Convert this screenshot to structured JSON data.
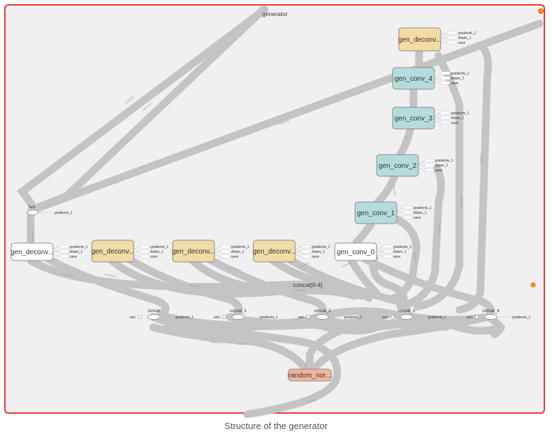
{
  "graph": {
    "group_title": "generator",
    "caption": "Structure of the generator",
    "colors": {
      "frame_border": "#e53935",
      "background": "#f0f0f0",
      "edge": "#c4c4c4",
      "deconv_fill": "#f2dba5",
      "conv_fill": "#b5dcdc",
      "plain_fill": "#ffffff",
      "random_fill": "#f5b49a",
      "collapse_icon": "#f57c00"
    },
    "nodes": {
      "gen_deconv_top": "gen_deconv...",
      "gen_conv_4": "gen_conv_4",
      "gen_conv_3": "gen_conv_3",
      "gen_conv_2": "gen_conv_2",
      "gen_conv_1": "gen_conv_1",
      "gen_conv_0": "gen_conv_0",
      "gen_deconv_row_1": "gen_deconv...",
      "gen_deconv_row_2": "gen_deconv...",
      "gen_deconv_row_3": "gen_deconv...",
      "gen_deconv_row_4": "gen_deconv...",
      "tanh": "Tanh",
      "concat_group": "concat[0-4]",
      "concat_0": "concat",
      "concat_1": "concat_1",
      "concat_2": "concat_2",
      "concat_3": "concat_3",
      "concat_4": "concat_4",
      "random_normal": "random_nor..."
    },
    "aux_labels": {
      "gradients": "gradients_1",
      "adam": "Adam_1",
      "save": "save",
      "axis": "axis"
    }
  }
}
